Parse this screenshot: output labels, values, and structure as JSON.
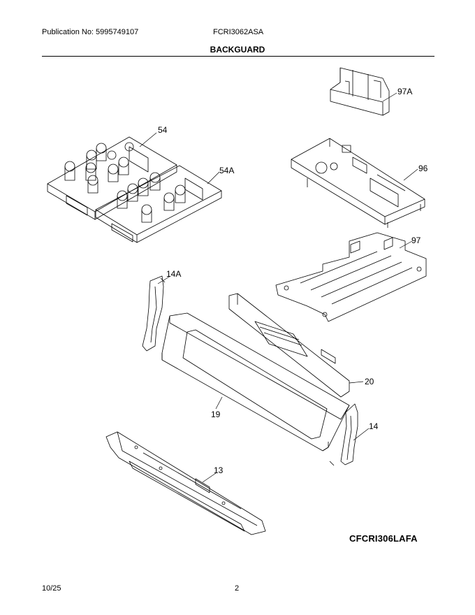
{
  "header": {
    "publication": "Publication No: 5995749107",
    "model": "FCRI3062ASA",
    "section_title": "BACKGUARD"
  },
  "callouts": [
    "97A",
    "54",
    "96",
    "54A",
    "97",
    "14A",
    "20",
    "19",
    "14",
    "13"
  ],
  "drawing_code": "CFCRI306LAFA",
  "footer": {
    "date": "10/25",
    "page": "2"
  }
}
